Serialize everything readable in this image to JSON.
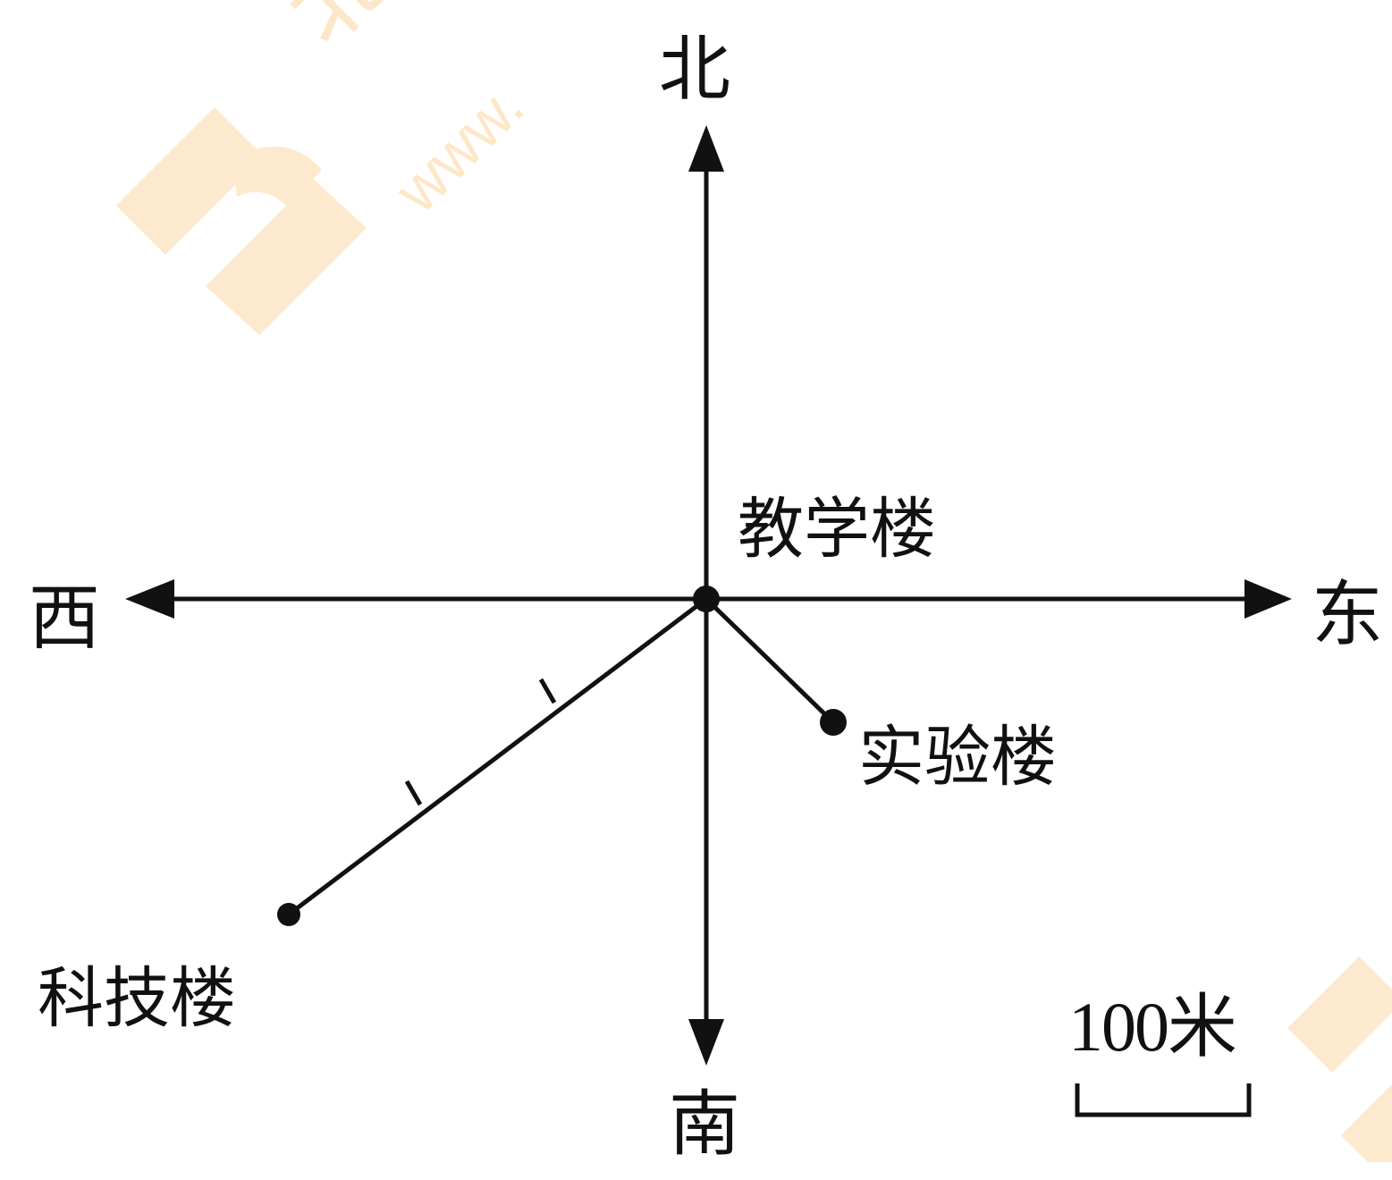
{
  "directions": {
    "north": "北",
    "south": "南",
    "east": "东",
    "west": "西"
  },
  "buildings": {
    "teaching": "教学楼",
    "lab": "实验楼",
    "tech": "科技楼"
  },
  "scale": {
    "label": "100米",
    "meters": 100
  },
  "watermark": {
    "logo_icon": "brand-logo-icon",
    "color": "#fde7c8",
    "text": "北京",
    "url_fragment": "www."
  },
  "colors": {
    "line": "#111111",
    "background": "#ffffff"
  }
}
